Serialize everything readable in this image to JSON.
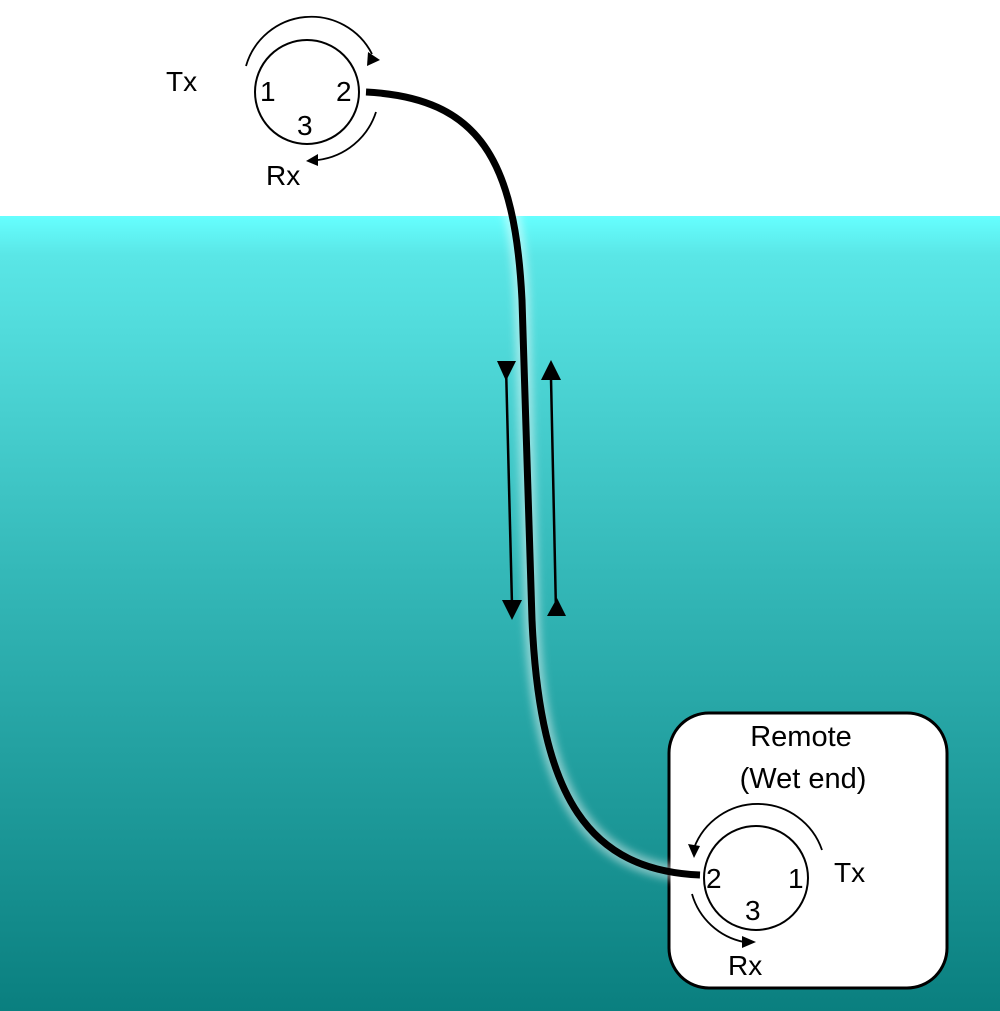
{
  "colors": {
    "sky": "#ffffff",
    "water_top": "#66ffff",
    "water_mid": "#3cc8c8",
    "water_bottom": "#0a7f7f",
    "ink": "#000000",
    "remote_box_fill": "#ffffff"
  },
  "topside_circulator": {
    "port_1": "1",
    "port_2": "2",
    "port_3": "3",
    "tx_label": "Tx",
    "rx_label": "Rx"
  },
  "remote": {
    "title_line1": "Remote",
    "title_line2": "(Wet end)",
    "port_1": "1",
    "port_2": "2",
    "port_3": "3",
    "tx_label": "Tx",
    "rx_label": "Rx"
  },
  "icons": {
    "topside_circulator": "circulator-icon",
    "remote_circulator": "circulator-icon",
    "downlink_arrow": "arrow-down-icon",
    "uplink_arrow": "arrow-up-icon"
  }
}
